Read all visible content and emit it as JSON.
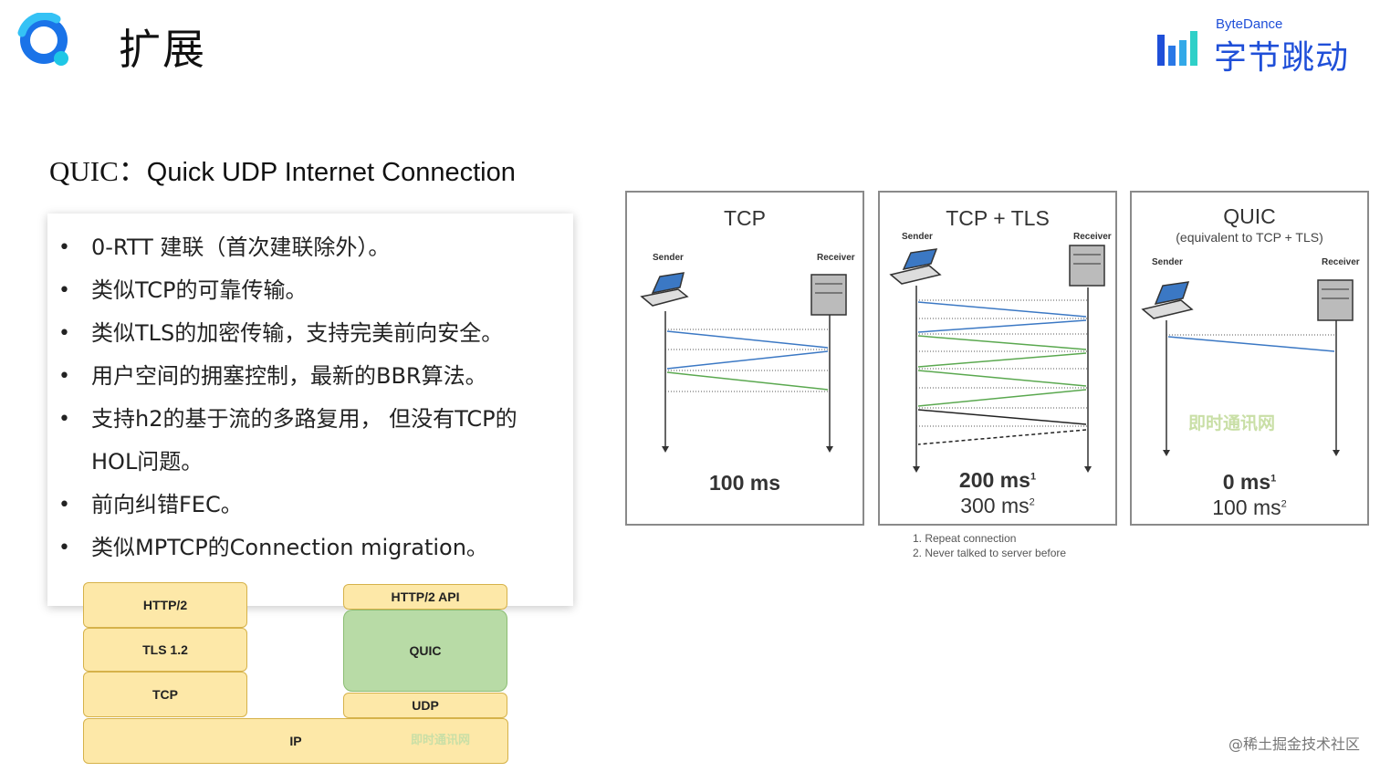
{
  "header": {
    "title": "扩展",
    "brand_en": "ByteDance",
    "brand_cn": "字节跳动",
    "brand_color": "#1f4fd8"
  },
  "subtitle": {
    "prefix": "QUIC：",
    "text": "Quick UDP Internet Connection"
  },
  "bullets": [
    "0-RTT 建联（首次建联除外）。",
    "类似TCP的可靠传输。",
    "类似TLS的加密传输，支持完美前向安全。",
    "用户空间的拥塞控制，最新的BBR算法。",
    "支持h2的基于流的多路复用，  但没有TCP的",
    "前向纠错FEC。",
    "类似MPTCP的Connection migration。"
  ],
  "bullet_continuation": "HOL问题。",
  "stack": {
    "left": [
      "HTTP/2",
      "TLS 1.2",
      "TCP"
    ],
    "right_top": "HTTP/2 API",
    "right_mid": "QUIC",
    "right_bottom": "UDP",
    "base": "IP",
    "layer_color": "#fde8a8",
    "quic_color": "#b8dba6",
    "watermark": "即时通讯网"
  },
  "panels": [
    {
      "title": "TCP",
      "subtitle": "",
      "sender": "Sender",
      "receiver": "Receiver",
      "time1": "100 ms",
      "time1_sup": "",
      "time2": "",
      "time2_sup": ""
    },
    {
      "title": "TCP + TLS",
      "subtitle": "",
      "sender": "Sender",
      "receiver": "Receiver",
      "time1": "200 ms",
      "time1_sup": "1",
      "time2": "300 ms",
      "time2_sup": "2"
    },
    {
      "title": "QUIC",
      "subtitle": "(equivalent to TCP + TLS)",
      "sender": "Sender",
      "receiver": "Receiver",
      "time1": "0 ms",
      "time1_sup": "1",
      "time2": "100 ms",
      "time2_sup": "2",
      "watermark": "即时通讯网"
    }
  ],
  "footnotes": [
    "1. Repeat connection",
    "2. Never talked to server before"
  ],
  "arrow_colors": {
    "blue": "#3b78c4",
    "green": "#5aa84f",
    "black": "#222222"
  },
  "credit": "@稀土掘金技术社区"
}
